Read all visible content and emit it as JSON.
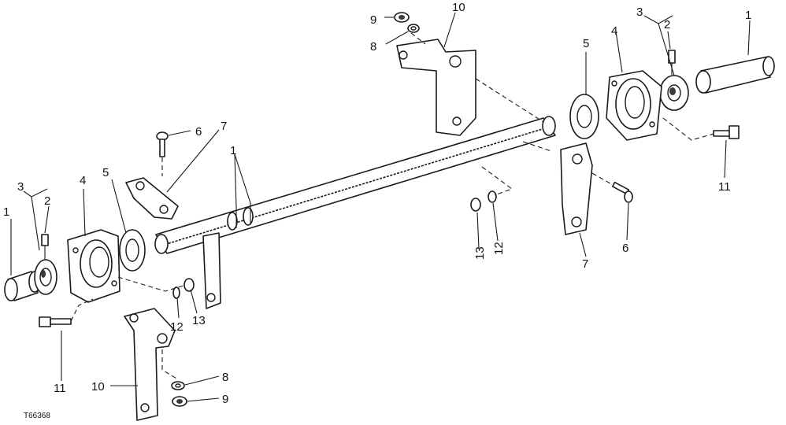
{
  "figure_id": "T66368",
  "callouts": {
    "c1a": "1",
    "c2a": "2",
    "c3a": "3",
    "c4a": "4",
    "c5a": "5",
    "c6a": "6",
    "c7a": "7",
    "c8a": "8",
    "c9a": "9",
    "c10a": "10",
    "c11a": "11",
    "c12a": "12",
    "c13a": "13",
    "c1b": "1",
    "c2b": "2",
    "c3b": "3",
    "c4b": "4",
    "c5b": "5",
    "c6b": "6",
    "c7b": "7",
    "c8b": "8",
    "c9b": "9",
    "c10b": "10",
    "c11b": "11",
    "c12b": "12",
    "c13b": "13",
    "c1c": "1"
  }
}
